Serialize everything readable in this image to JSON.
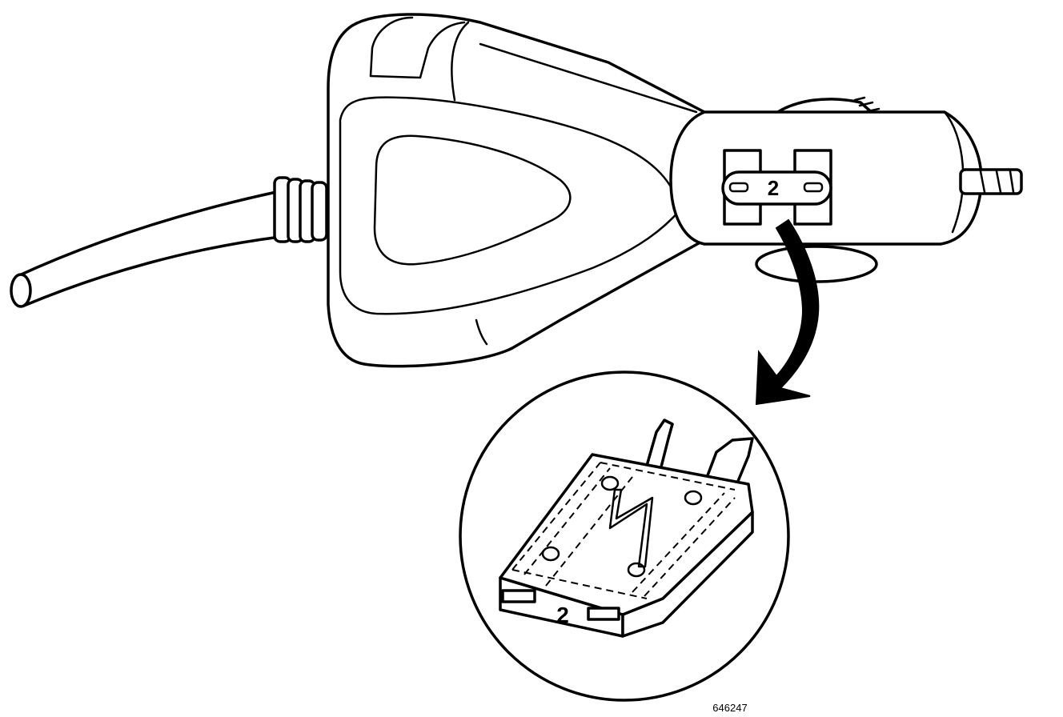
{
  "figure": {
    "fuse_rating_label": "2",
    "fuse_body_label": "2",
    "figure_id": "646247"
  }
}
